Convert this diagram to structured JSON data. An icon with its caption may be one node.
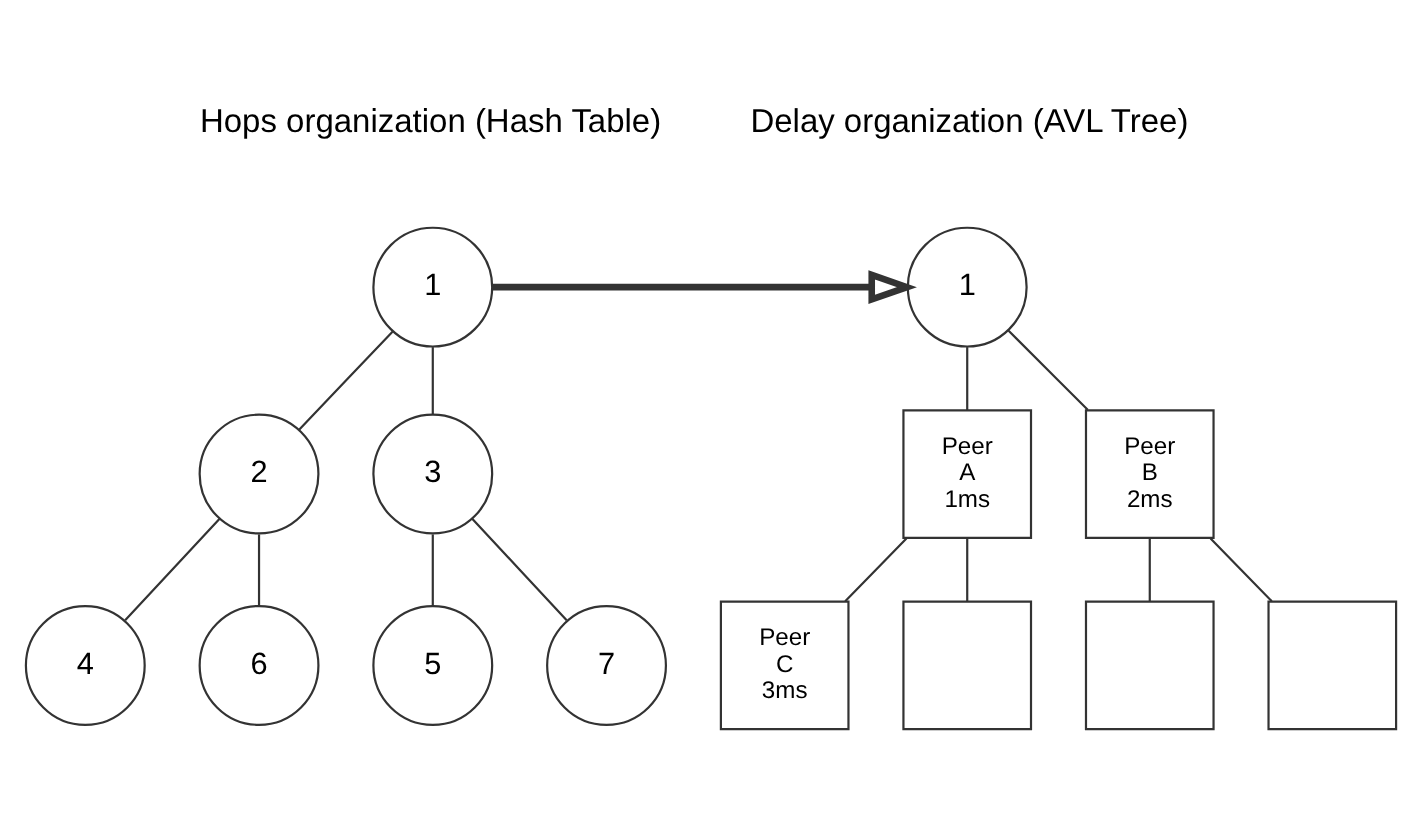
{
  "diagram": {
    "nodes": [
      {
        "text": [
          "1"
        ]
      },
      {
        "text": [
          "2"
        ]
      },
      {
        "text": [
          "3"
        ]
      },
      {
        "text": [
          "4"
        ]
      },
      {
        "text": [
          "6"
        ]
      },
      {
        "text": [
          "5"
        ]
      },
      {
        "text": [
          "7"
        ]
      },
      {
        "text": [
          "1"
        ]
      },
      {
        "text": [
          "Peer A 1ms"
        ]
      },
      {
        "text": [
          "Peer B 2ms"
        ]
      },
      {
        "text": [
          "Peer C 3ms"
        ]
      },
      {
        "text": [],
        "shape": "box"
      },
      {
        "text": [],
        "shape": "box"
      },
      {
        "text": [],
        "shape": "box"
      }
    ],
    "edges": [
      {
        "from": 0,
        "to": 1,
        "arrow": "none"
      },
      {
        "from": 0,
        "to": 2,
        "arrow": "none"
      },
      {
        "from": 1,
        "to": 3,
        "arrow": "none"
      },
      {
        "from": 1,
        "to": 4,
        "arrow": "none"
      },
      {
        "from": 2,
        "to": 5,
        "arrow": "none"
      },
      {
        "from": 2,
        "to": 6,
        "arrow": "none"
      },
      {
        "from": 0,
        "to": 7,
        "arrow": "to",
        "style": "thick"
      },
      {
        "from": 7,
        "to": 8,
        "arrow": "none"
      },
      {
        "from": 7,
        "to": 9,
        "arrow": "none"
      },
      {
        "from": 8,
        "to": 10,
        "arrow": "none"
      },
      {
        "from": 8,
        "to": 11,
        "arrow": "none"
      },
      {
        "from": 9,
        "to": 12,
        "arrow": "none"
      },
      {
        "from": 9,
        "to": 13,
        "arrow": "none"
      }
    ],
    "labels": [
      "Hops organization (Hash Table)",
      "Delay organization (AVL Tree)"
    ]
  }
}
